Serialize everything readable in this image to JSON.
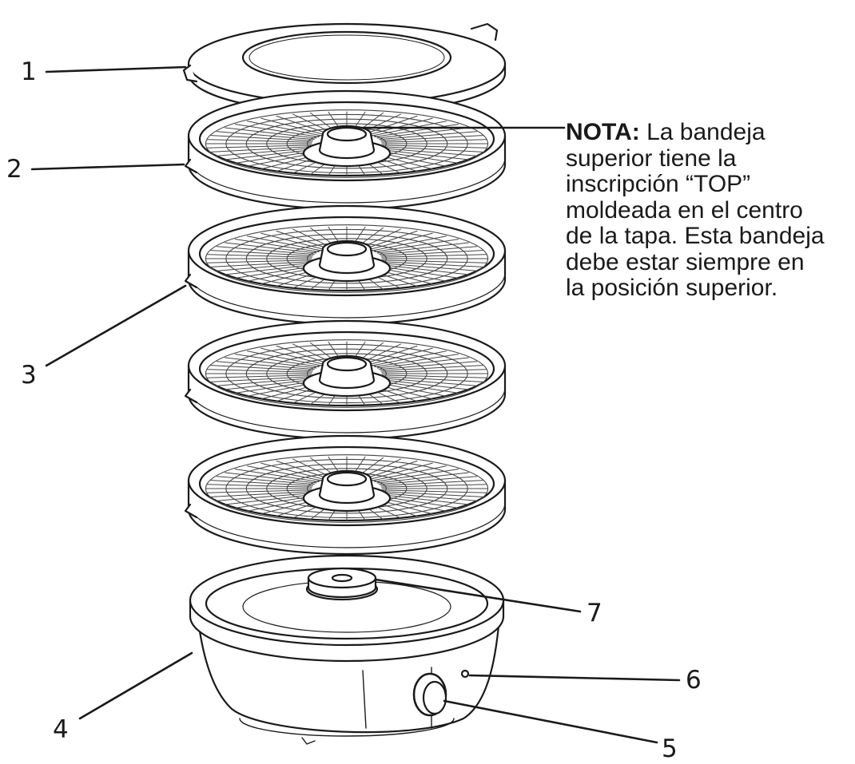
{
  "diagram": {
    "callouts": [
      {
        "number": "1",
        "part": "lid"
      },
      {
        "number": "2",
        "part": "top-tray"
      },
      {
        "number": "3",
        "part": "tray"
      },
      {
        "number": "4",
        "part": "base"
      },
      {
        "number": "5",
        "part": "temperature-knob"
      },
      {
        "number": "6",
        "part": "indicator-light"
      },
      {
        "number": "7",
        "part": "fan-hub"
      }
    ],
    "note": {
      "label": "NOTA:",
      "lines": [
        " La bandeja",
        "superior tiene la",
        "inscripción “TOP”",
        "moldeada en el centro",
        "de la tapa. Esta bandeja",
        "debe estar siempre en",
        "la posición superior."
      ]
    }
  },
  "colors": {
    "line": "#1a1a1a",
    "fill": "#ffffff",
    "mesh": "#444444"
  }
}
